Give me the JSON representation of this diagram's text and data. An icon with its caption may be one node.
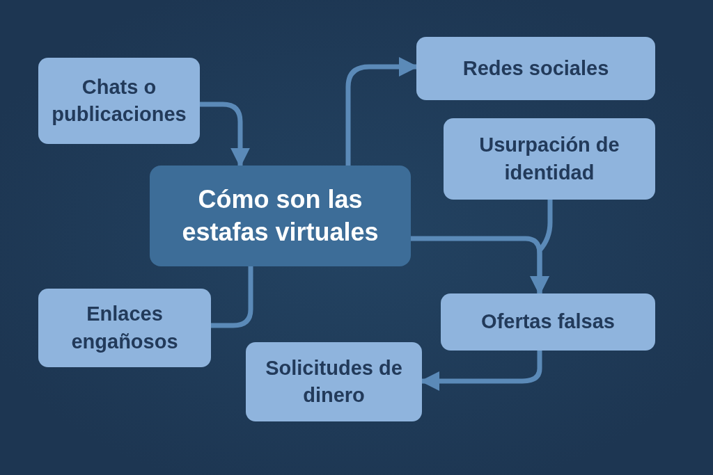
{
  "diagram": {
    "nodes": [
      {
        "text": [
          "Chats o publicaciones"
        ]
      },
      {
        "text": [
          "Cómo son las estafas virtuales"
        ]
      },
      {
        "text": [
          "Redes sociales"
        ]
      },
      {
        "text": [
          "Usurpación de identidad"
        ]
      },
      {
        "text": [
          "Enlaces engañosos"
        ]
      },
      {
        "text": [
          "Ofertas falsas"
        ]
      },
      {
        "text": [
          "Solicitudes de dinero"
        ]
      }
    ],
    "edges": [
      {
        "from": 0,
        "to": 1,
        "arrow": "to"
      },
      {
        "from": 1,
        "to": 2,
        "arrow": "to"
      },
      {
        "from": 1,
        "to": 5,
        "arrow": "to"
      },
      {
        "from": 3,
        "to": 5,
        "arrow": "to"
      },
      {
        "from": 1,
        "to": 4,
        "arrow": "none"
      },
      {
        "from": 5,
        "to": 6,
        "arrow": "to"
      }
    ]
  }
}
